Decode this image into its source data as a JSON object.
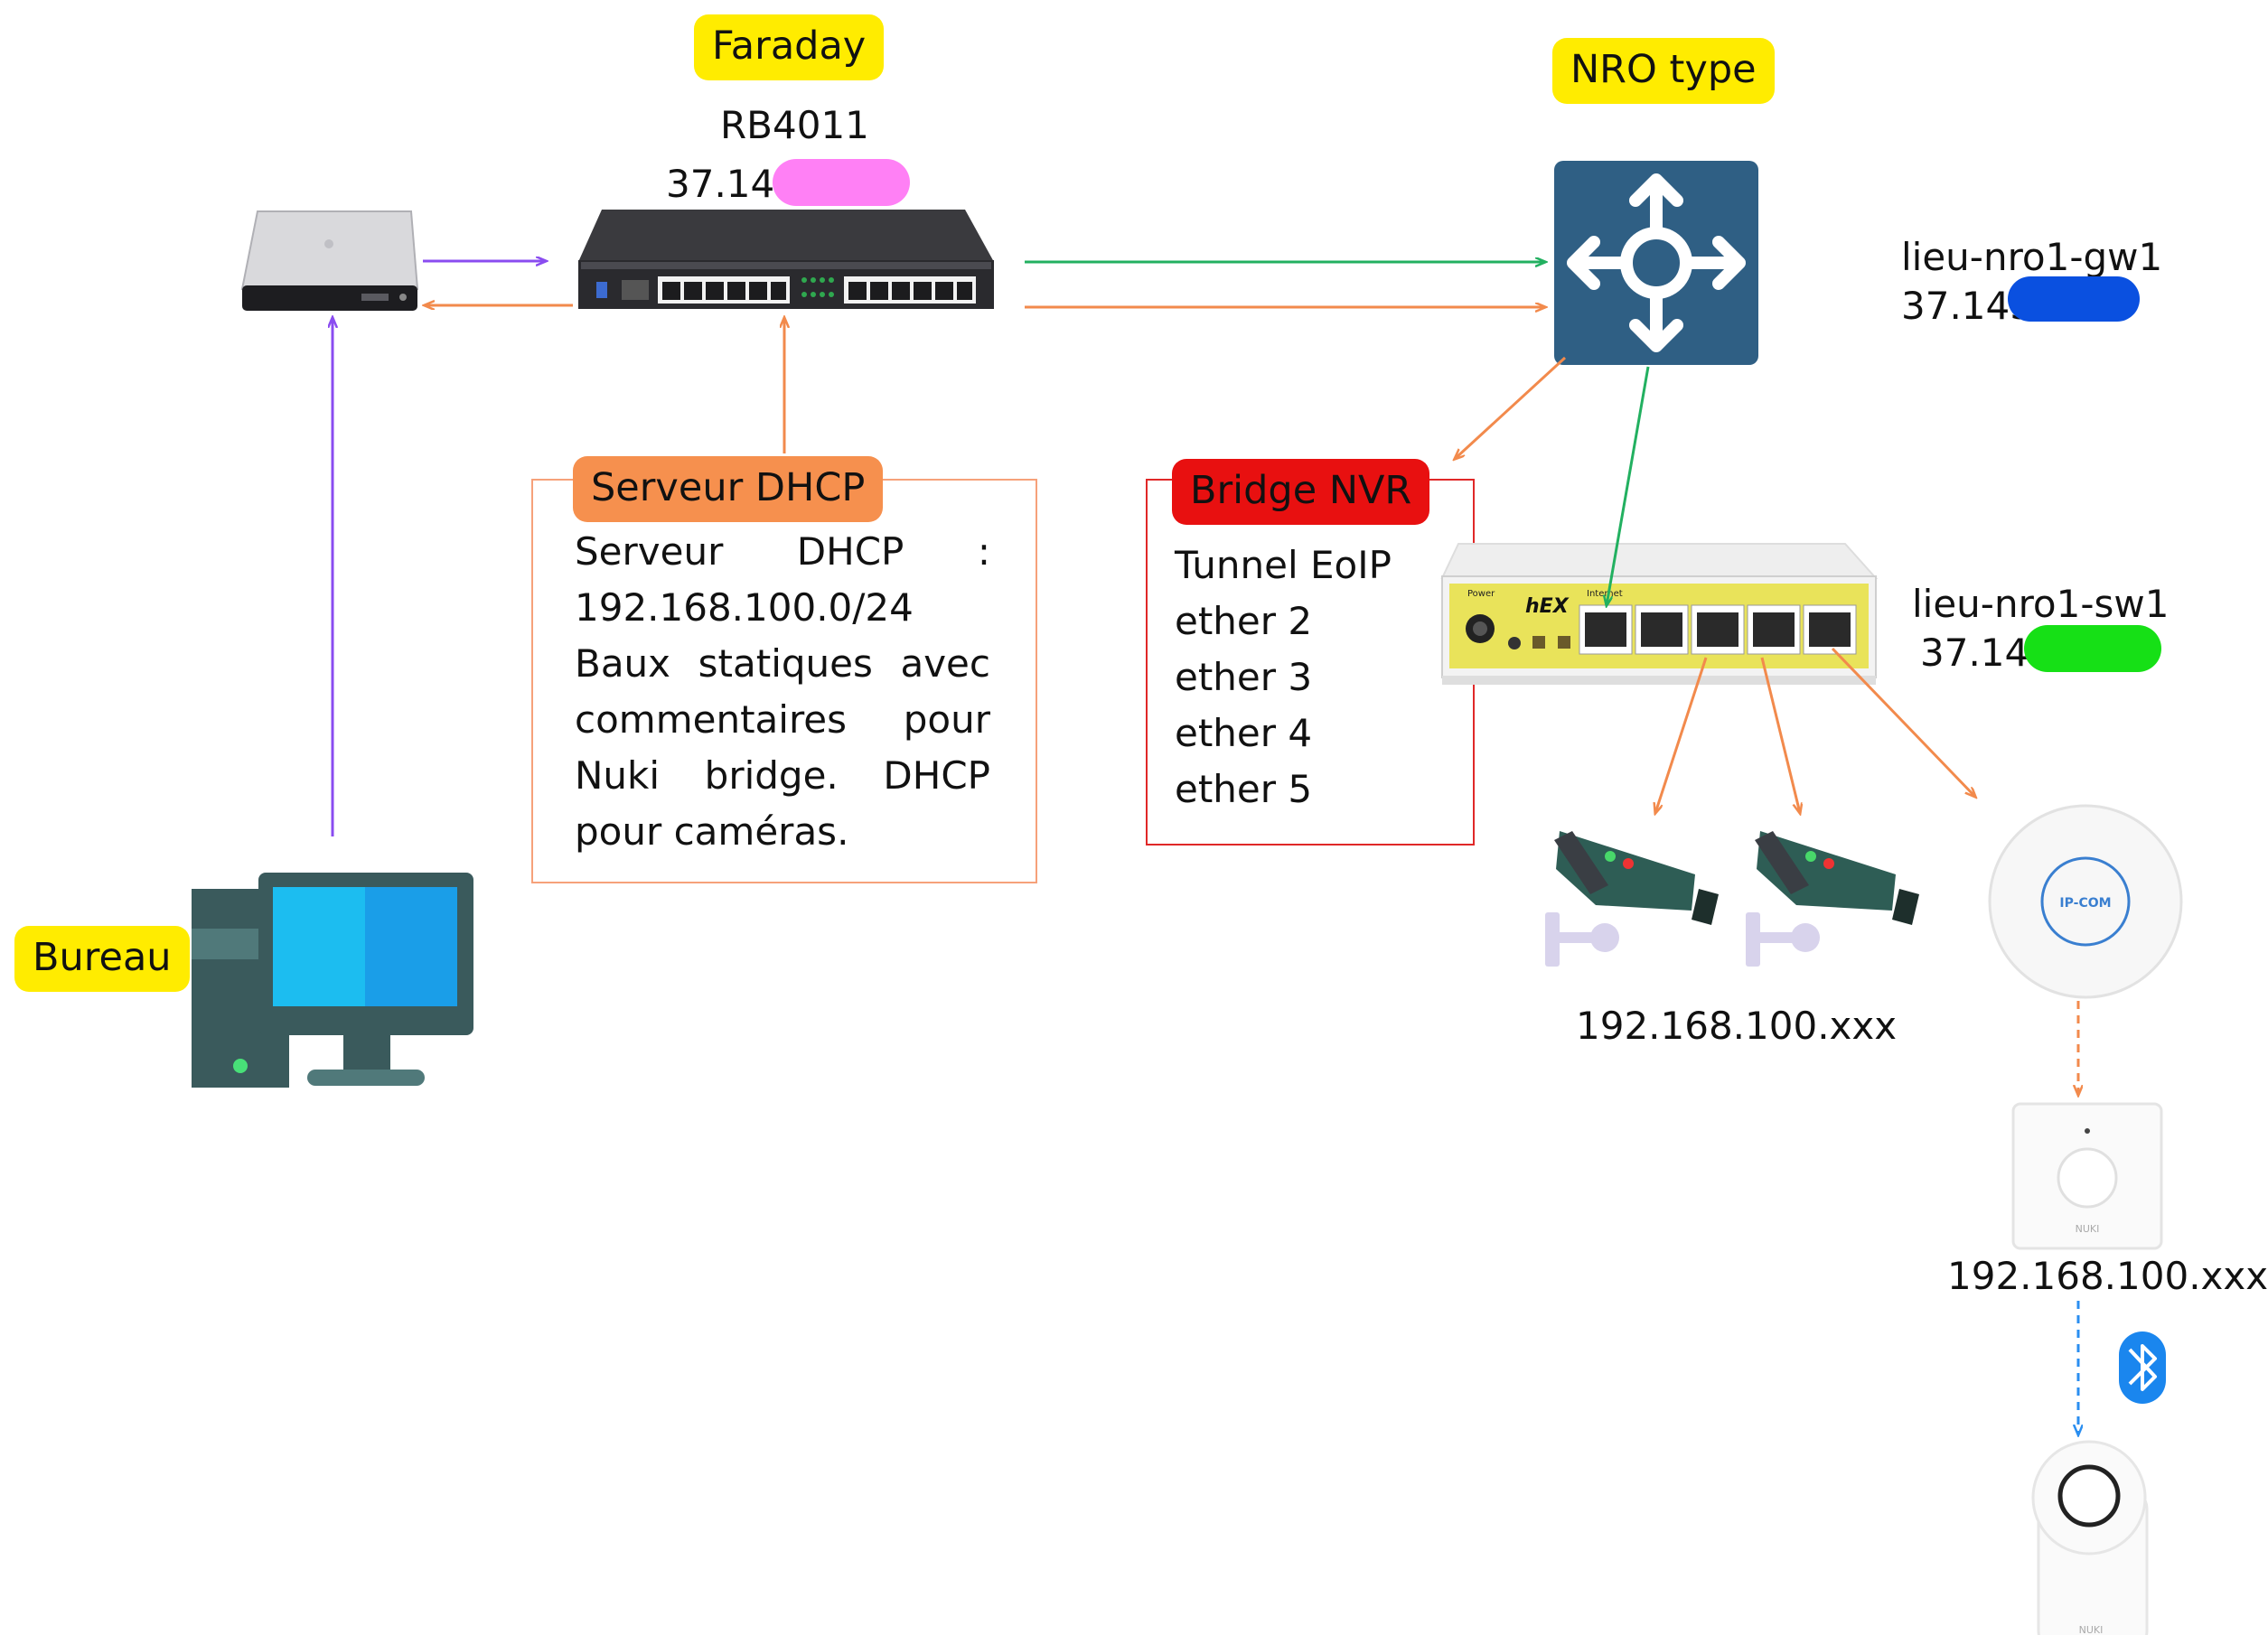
{
  "labels": {
    "faraday": "Faraday",
    "rb4011": "RB4011",
    "rb4011_ip": "37.143",
    "nro_type": "NRO type",
    "gw_name": "lieu-nro1-gw1",
    "gw_ip": "37.143",
    "sw_name": "lieu-nro1-sw1",
    "sw_ip": "37.143",
    "bureau": "Bureau",
    "dhcp_title": "Serveur DHCP",
    "dhcp_body": "Serveur DHCP : 192.168.100.0/24 Baux statiques avec commentaires pour Nuki bridge. DHCP pour caméras.",
    "nvr_title": "Bridge NVR",
    "nvr_items": [
      "Tunnel EoIP",
      "ether 2",
      "ether 3",
      "ether 4",
      "ether 5"
    ],
    "cameras_ip": "192.168.100.xxx",
    "nuki_ip": "192.168.100.xxx"
  },
  "device_text": {
    "ap_brand": "IP-COM",
    "nuki_brand": "NUKI",
    "hex_brand": "hEX",
    "hex_power": "Power",
    "hex_internet": "Internet"
  },
  "colors": {
    "yellow_tag": "#ffec00",
    "orange_tag": "#f6904e",
    "red_tag": "#e81010",
    "purple_arrow": "#8a4cf0",
    "orange_arrow": "#f28a4c",
    "green_arrow": "#22b060",
    "blue_dashed": "#2a8ef0",
    "redacted_pink": "#ff80f5",
    "redacted_blue": "#0a50e0",
    "redacted_green": "#16e016"
  },
  "icons": [
    "unifi-gateway-icon",
    "mikrotik-router-icon",
    "network-switch-icon",
    "hex-switch-icon",
    "camera-icon",
    "access-point-icon",
    "nuki-bridge-icon",
    "bluetooth-icon",
    "nuki-lock-icon",
    "desktop-computer-icon"
  ]
}
